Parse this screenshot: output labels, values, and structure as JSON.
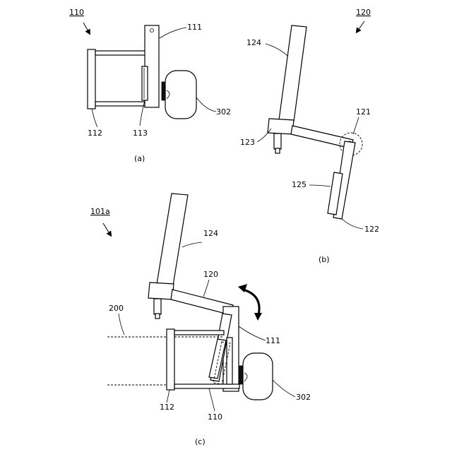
{
  "figure": {
    "panel_a": {
      "ref": "110",
      "caption": "(a)",
      "labels": {
        "l111": "111",
        "l112": "112",
        "l113": "113",
        "l302": "302"
      }
    },
    "panel_b": {
      "ref": "120",
      "caption": "(b)",
      "labels": {
        "l121": "121",
        "l122": "122",
        "l123": "123",
        "l124": "124",
        "l125": "125"
      }
    },
    "panel_c": {
      "ref": "101a",
      "caption": "(c)",
      "labels": {
        "l110": "110",
        "l111": "111",
        "l112": "112",
        "l120": "120",
        "l124": "124",
        "l200": "200",
        "l302": "302"
      }
    }
  }
}
